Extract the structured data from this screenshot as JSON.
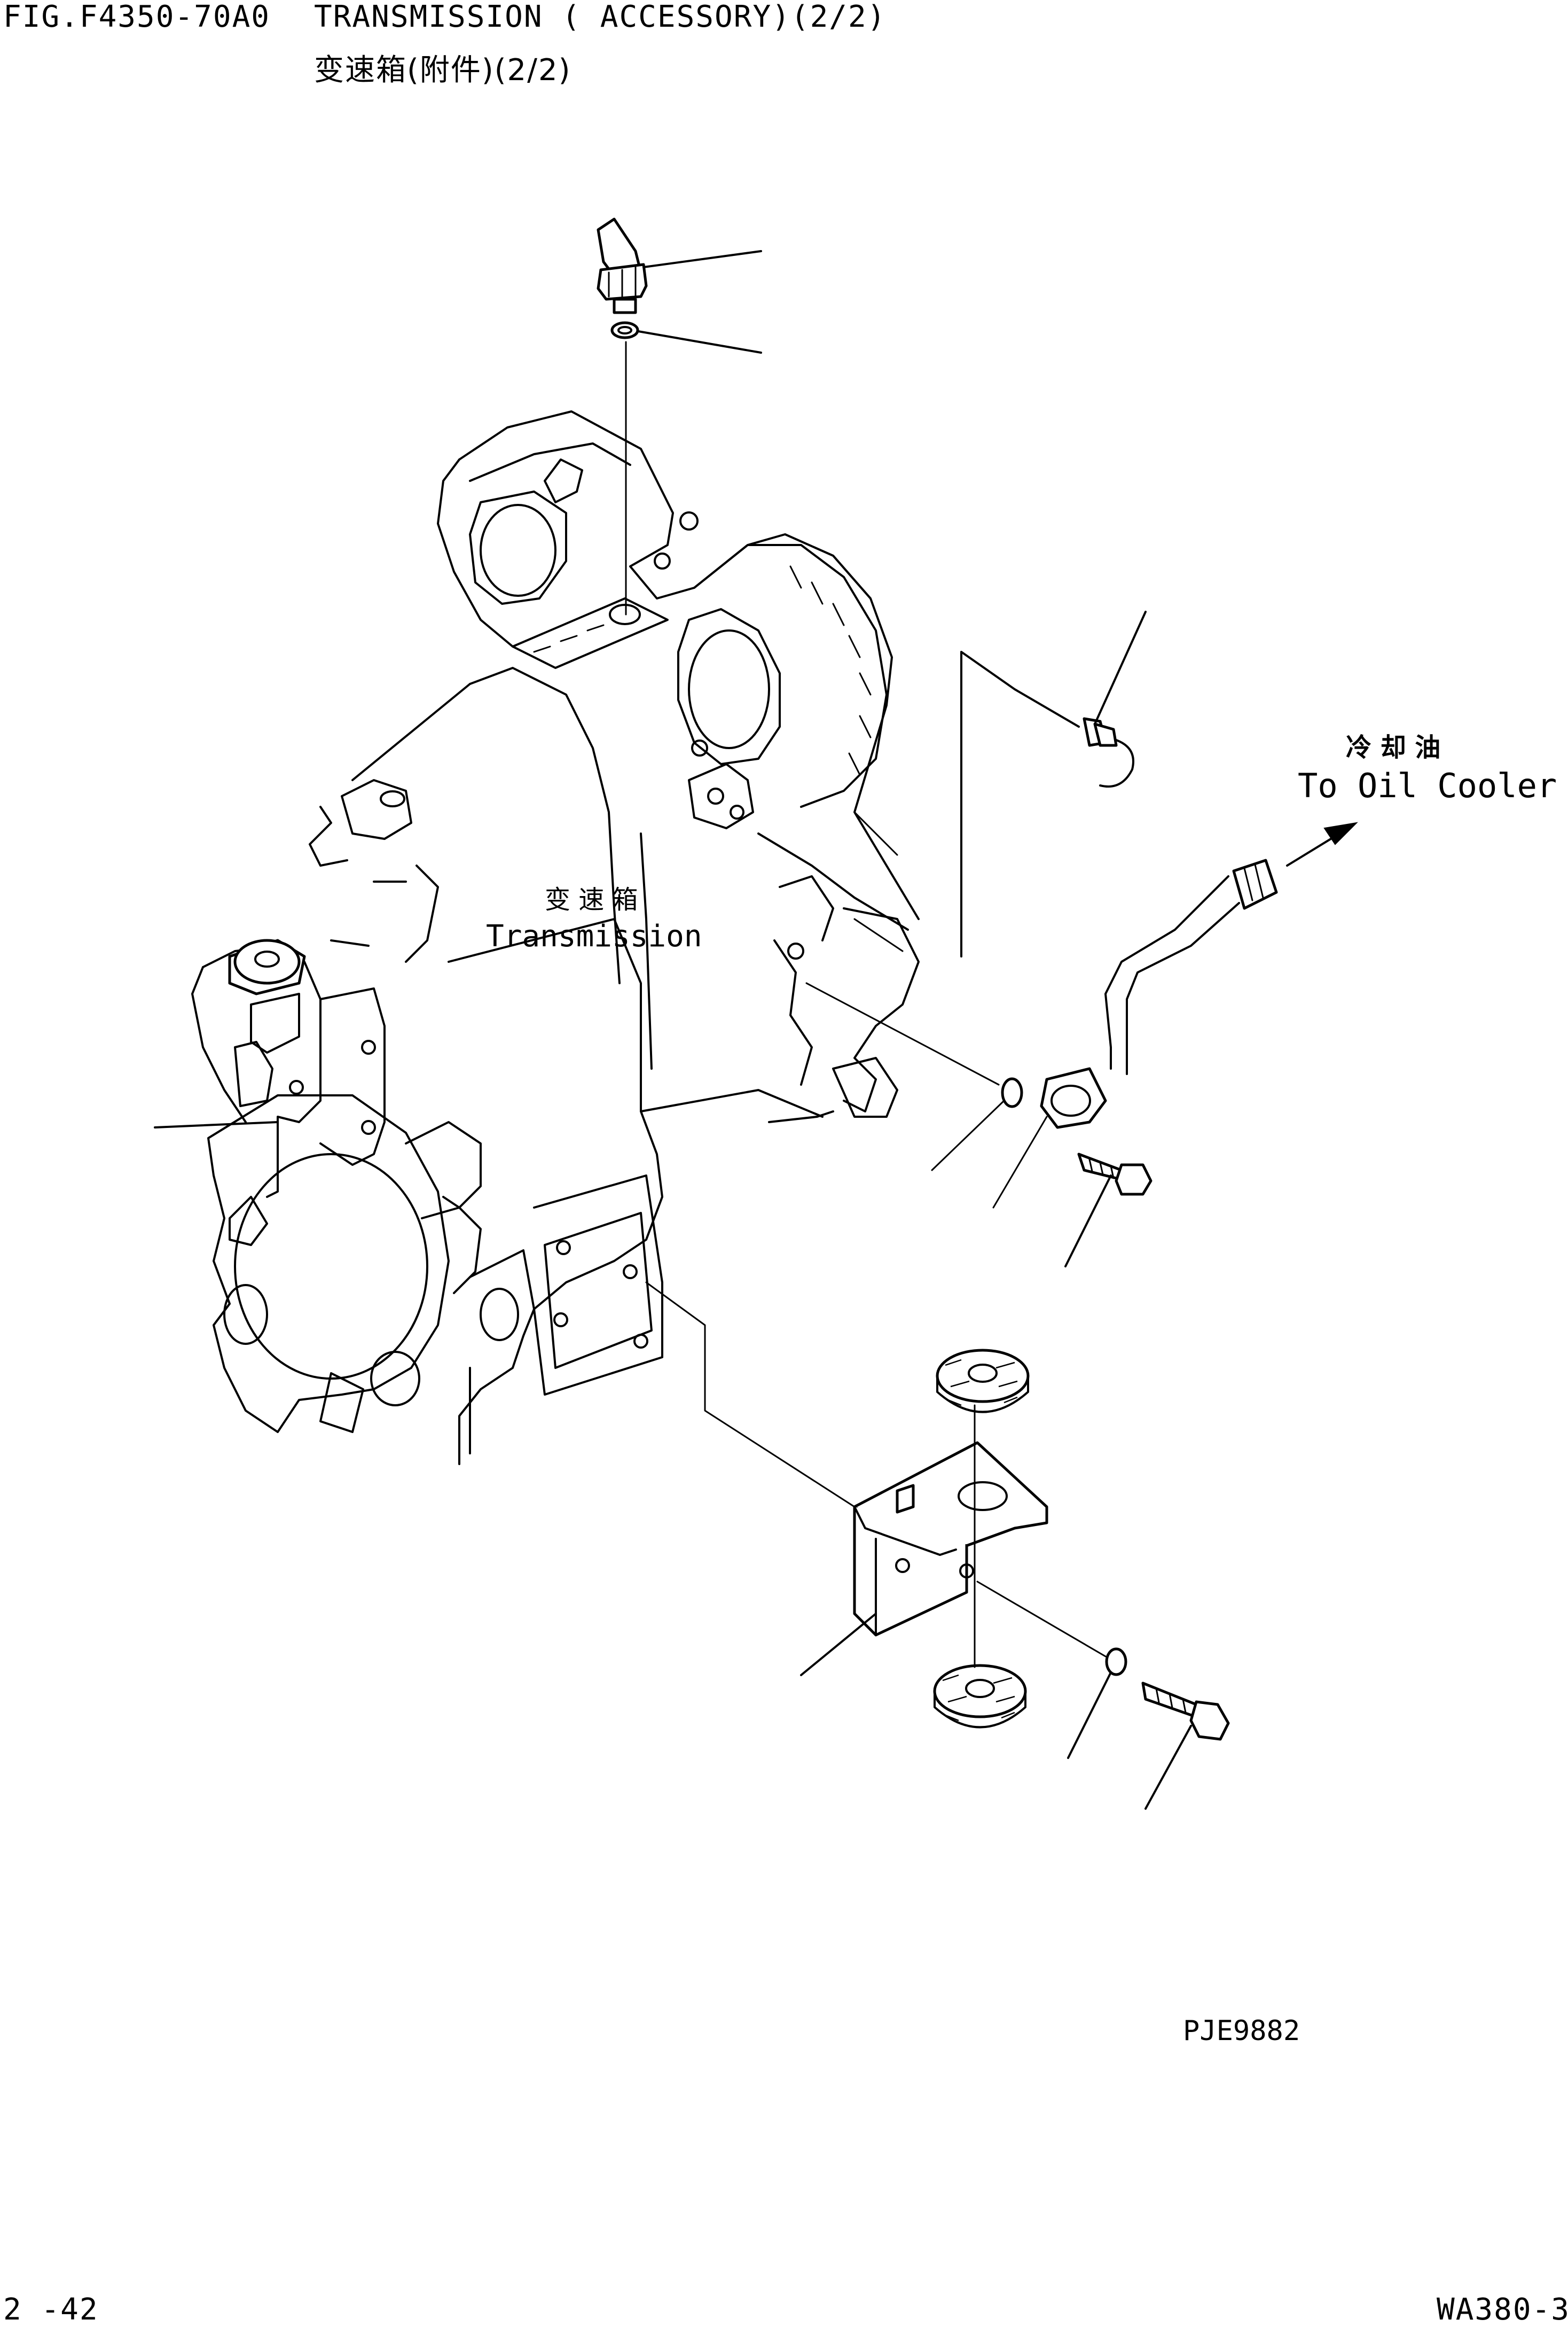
{
  "header": {
    "fig_code": "FIG.F4350-70A0",
    "title_en": "TRANSMISSION ( ACCESSORY)(2/2)",
    "title_cn": "变速箱(附件)(2/2)"
  },
  "diagram": {
    "transmission_label_cn": "变 速 箱",
    "transmission_label_en": "Transmission",
    "oil_cooler_label_cn": "冷 却 油",
    "oil_cooler_label_en": "To Oil Cooler"
  },
  "footer": {
    "drawing_id": "PJE9882",
    "page_number": "2 -42",
    "model": "WA380-3"
  }
}
